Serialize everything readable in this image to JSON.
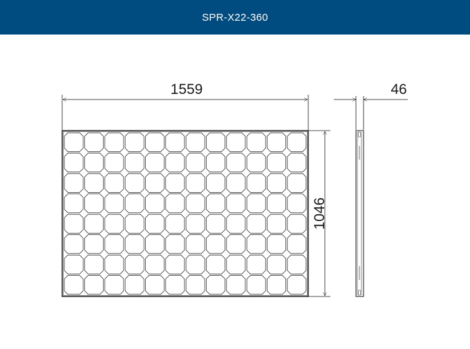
{
  "header": {
    "title": "SPR-X22-360"
  },
  "colors": {
    "header_bg": "#004b7f",
    "line": "#1a1a1a"
  },
  "dimensions": {
    "width": "1559",
    "height": "1046",
    "thickness": "46"
  },
  "panel": {
    "rows": 8,
    "cols": 12
  }
}
